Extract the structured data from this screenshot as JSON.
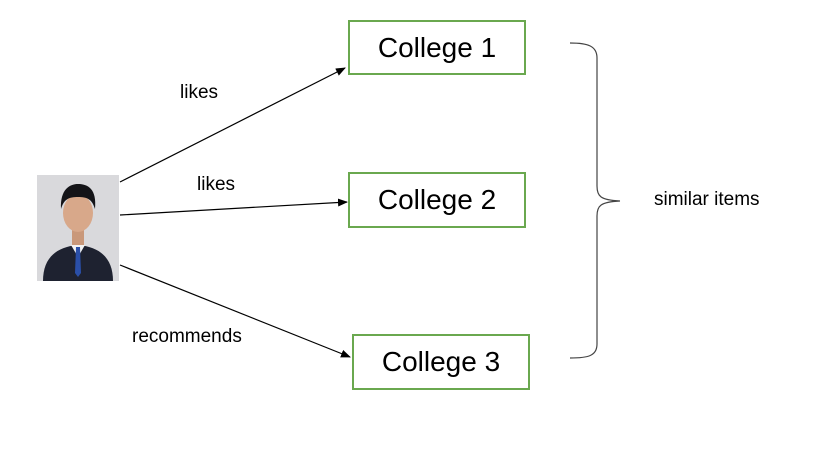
{
  "nodes": [
    {
      "id": "college-1",
      "label": "College 1"
    },
    {
      "id": "college-2",
      "label": "College 2"
    },
    {
      "id": "college-3",
      "label": "College 3"
    }
  ],
  "edges": [
    {
      "from": "user",
      "to": "college-1",
      "label": "likes"
    },
    {
      "from": "user",
      "to": "college-2",
      "label": "likes"
    },
    {
      "from": "user",
      "to": "college-3",
      "label": "recommends"
    }
  ],
  "group_label": "similar items",
  "colors": {
    "box_border": "#6aa84f",
    "line": "#000000",
    "text": "#000000",
    "brace": "#444444"
  },
  "icons": {
    "user": "user-avatar-icon"
  }
}
